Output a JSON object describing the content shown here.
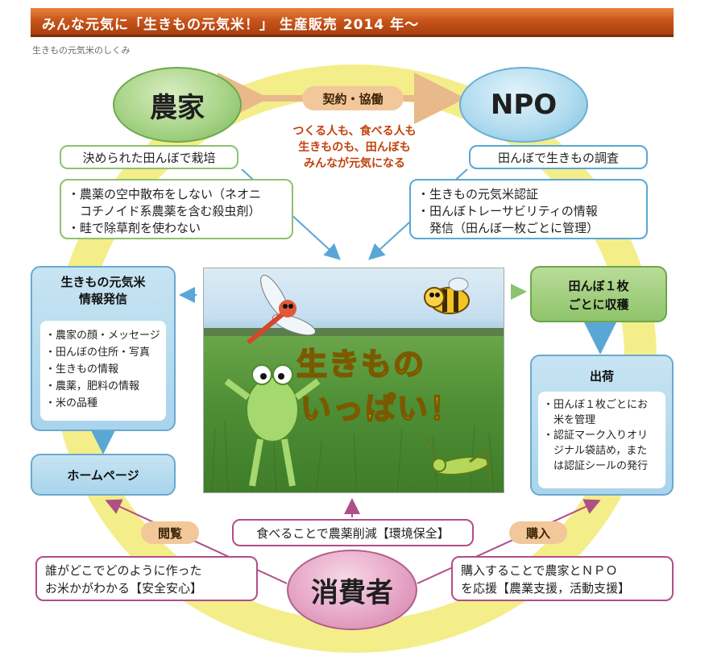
{
  "header": {
    "title": "みんな元気に「生きもの元気米！」 生産販売 2014 年〜"
  },
  "subtitle": "生きもの元気米のしくみ",
  "colors": {
    "ring": "#f4ee8a",
    "banner": "#c9551c",
    "farmer_green": "#8dc26f",
    "npo_blue": "#5aa7d6",
    "consumer_pink": "#b04e86",
    "slogan": "#c2410c"
  },
  "nodes": {
    "farmer": "農家",
    "npo": "NPO",
    "consumer": "消費者"
  },
  "links": {
    "contract": "契約・協働",
    "browse": "閲覧",
    "buy": "購入"
  },
  "slogan": {
    "line1": "つくる人も、食べる人も",
    "line2": "生きものも、田んぼも",
    "line3": "みんなが元気になる"
  },
  "farmer_boxes": {
    "cultivation": "決められた田んぼで栽培",
    "items": [
      "・農薬の空中散布をしない（ネオニ",
      "　コチノイド系農薬を含む殺虫剤）",
      "・畦で除草剤を使わない"
    ]
  },
  "npo_boxes": {
    "survey": "田んぼで生きもの調査",
    "items": [
      "・生きもの元気米認証",
      "・田んぼトレーサビリティの情報",
      "　発信（田んぼ一枚ごとに管理）"
    ]
  },
  "info_panel": {
    "title_line1": "生きもの元気米",
    "title_line2": "情報発信",
    "items": [
      "・農家の顔・メッセージ",
      "・田んぼの住所・写真",
      "・生きもの情報",
      "・農薬，肥料の情報",
      "・米の品種"
    ]
  },
  "homepage": "ホームページ",
  "harvest": {
    "line1": "田んぼ１枚",
    "line2": "ごとに収穫"
  },
  "shipping": {
    "title": "出荷",
    "items": [
      "・田んぼ１枚ごとにお",
      "　米を管理",
      "・認証マーク入りオリ",
      "　ジナル袋詰め，また",
      "　は認証シールの発行"
    ]
  },
  "consumer_boxes": {
    "reduce": "食べることで農薬削減【環境保全】",
    "safety_line1": "誰がどこでどのように作った",
    "safety_line2": "お米かがわかる【安全安心】",
    "support_line1": "購入することで農家とＮＰＯ",
    "support_line2": "を応援【農業支援，活動支援】"
  },
  "photo": {
    "line1": "生きもの",
    "line2": "いっぱい！",
    "icons": [
      "dragonfly-icon",
      "bee-icon",
      "frog-icon",
      "grasshopper-icon"
    ]
  }
}
